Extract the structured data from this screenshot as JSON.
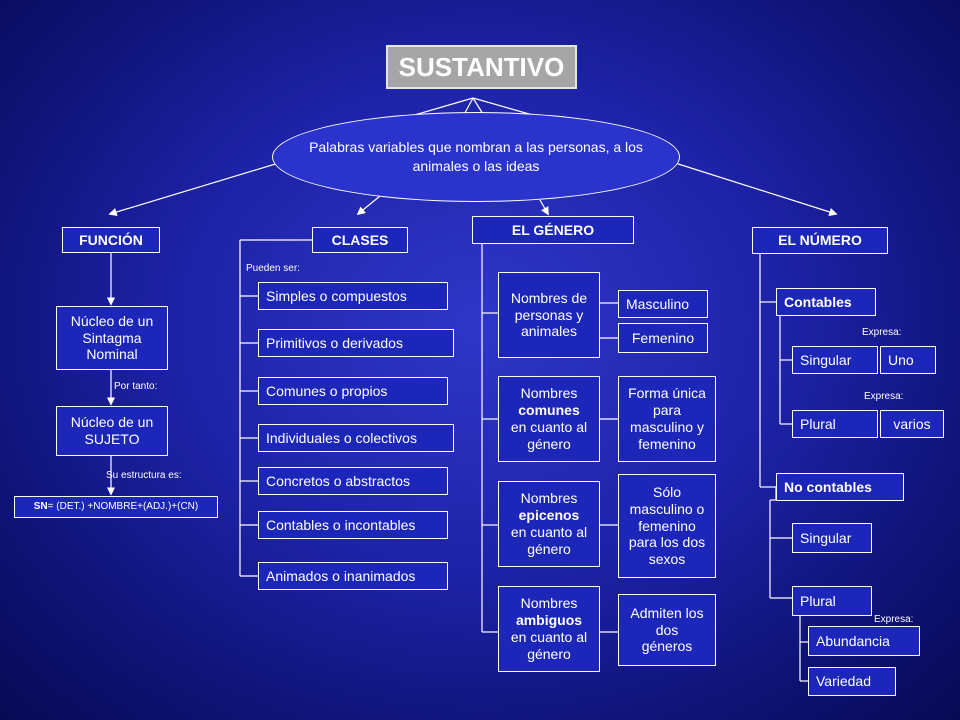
{
  "title": "SUSTANTIVO",
  "definition": "Palabras variables que nombran a las personas, a los animales o las ideas",
  "funcion": {
    "header": "FUNCIÓN",
    "nucleo_sn": "Núcleo de un Sintagma Nominal",
    "por_tanto": "Por tanto:",
    "nucleo_sujeto": "Núcleo de un SUJETO",
    "su_estructura": "Su estructura es:",
    "formula_sn": "SN",
    "formula_rest": "= (DET.) +NOMBRE+(ADJ.)+(CN)"
  },
  "clases": {
    "header": "CLASES",
    "pueden_ser": "Pueden ser:",
    "items": [
      "Simples o compuestos",
      "Primitivos o derivados",
      "Comunes o propios",
      "Individuales o colectivos",
      "Concretos o abstractos",
      "Contables o incontables",
      "Animados o inanimados"
    ]
  },
  "genero": {
    "header": "EL GÉNERO",
    "personas": "Nombres de personas y animales",
    "masculino": "Masculino",
    "femenino": "Femenino",
    "comunes_a": "Nombres",
    "comunes_b": "comunes",
    "comunes_c": "en cuanto al género",
    "comunes_desc": "Forma única para masculino y femenino",
    "epicenos_a": "Nombres",
    "epicenos_b": "epicenos",
    "epicenos_c": "en cuanto al género",
    "epicenos_desc": "Sólo masculino o femenino para los dos sexos",
    "ambiguos_a": "Nombres",
    "ambiguos_b": "ambiguos",
    "ambiguos_c": "en cuanto al género",
    "ambiguos_desc": "Admiten los dos géneros"
  },
  "numero": {
    "header": "EL NÚMERO",
    "contables": "Contables",
    "expresa": "Expresa:",
    "singular": "Singular",
    "uno": "Uno",
    "plural": "Plural",
    "varios": "varios",
    "no_contables": "No contables",
    "abundancia": "Abundancia",
    "variedad": "Variedad"
  }
}
